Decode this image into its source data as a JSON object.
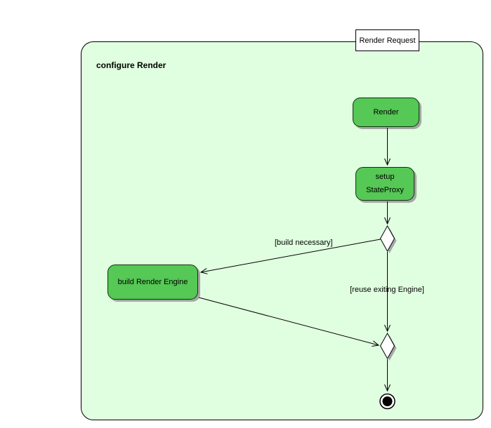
{
  "diagram": {
    "note": {
      "label": "Render Request"
    },
    "frame": {
      "title": "configure Render"
    },
    "nodes": {
      "render": {
        "label": "Render"
      },
      "setup_state_proxy": {
        "line1": "setup",
        "line2": "StateProxy"
      },
      "build_render_engine": {
        "label": "build Render Engine"
      }
    },
    "edge_labels": {
      "build_necessary": "[build necessary]",
      "reuse_existing_engine": "[reuse exiting Engine]"
    }
  },
  "colors": {
    "frame_fill": "#e0ffe0",
    "node_fill": "#55c855",
    "shadow": "#a6a6a6",
    "line": "#000000"
  }
}
